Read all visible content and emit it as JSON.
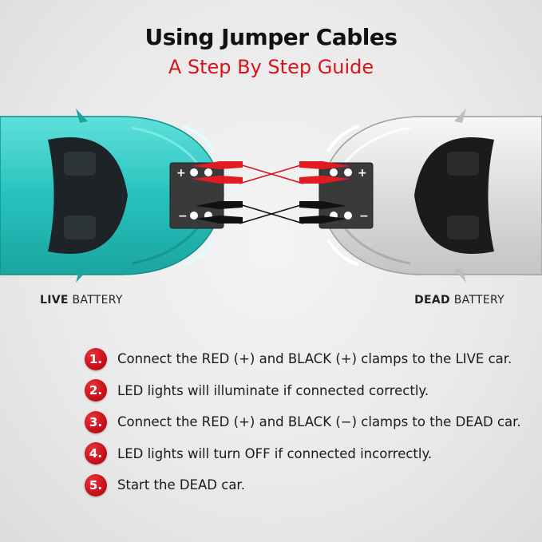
{
  "title": "Using Jumper Cables",
  "subtitle": "A Step By Step Guide",
  "labels": {
    "live_strong": "LIVE",
    "live_rest": " BATTERY",
    "dead_strong": "DEAD",
    "dead_rest": " BATTERY"
  },
  "battery_signs": {
    "plus": "+",
    "minus": "−"
  },
  "steps": [
    {
      "number": "1.",
      "text": "Connect the RED (+) and BLACK (+) clamps to the LIVE car."
    },
    {
      "number": "2.",
      "text": "LED lights will illuminate if connected correctly."
    },
    {
      "number": "3.",
      "text": "Connect the RED (+) and BLACK (−) clamps to the DEAD car."
    },
    {
      "number": "4.",
      "text": "LED lights will turn OFF if connected incorrectly."
    },
    {
      "number": "5.",
      "text": "Start the DEAD car."
    }
  ],
  "colors": {
    "accent_red": "#d8141b",
    "live_car": "#2ec8c4",
    "dead_car": "#e6e6e6",
    "battery": "#3a3a3a"
  }
}
